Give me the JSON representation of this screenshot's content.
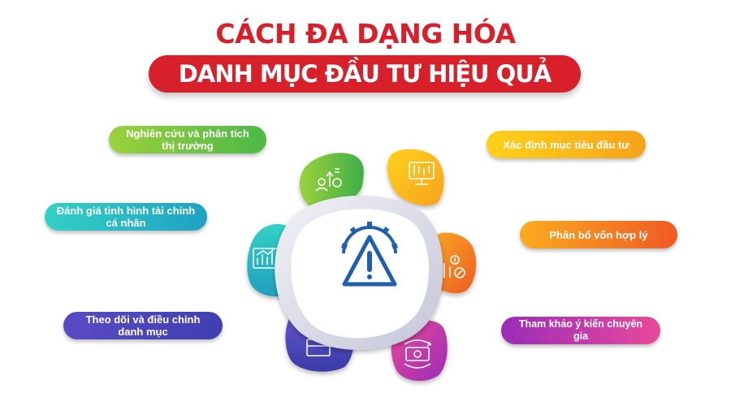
{
  "title": {
    "line1": "CÁCH ĐA DẠNG HÓA",
    "line2": "DANH MỤC ĐẦU TƯ HIỆU QUẢ"
  },
  "labels": {
    "research": "Nghiên cứu và phân tích thị trường",
    "goals": "Xác định mục tiêu đầu tư",
    "assess": "Đánh giá tình hình tài chính cá nhân",
    "allocate": "Phân bổ vốn hợp lý",
    "monitor": "Theo dõi và điều chỉnh danh mục",
    "expert": "Tham khảo ý kiến chuyên gia"
  },
  "icons": {
    "center": "gear-warning-icon",
    "green": "growth-people-icon",
    "yellow": "stock-monitor-icon",
    "orange": "money-chart-icon",
    "magenta": "cash-cycle-icon",
    "purple": "money-box-icon",
    "teal": "bar-chart-presentation-icon"
  },
  "colors": {
    "red": "#d8202a",
    "green": "#7cc241",
    "yellow": "#f4b51c",
    "orange": "#f37a1c",
    "magenta": "#c62fa8",
    "purple": "#5b4fc0",
    "teal": "#26b8b8",
    "center_icon": "#1f5fb0"
  }
}
